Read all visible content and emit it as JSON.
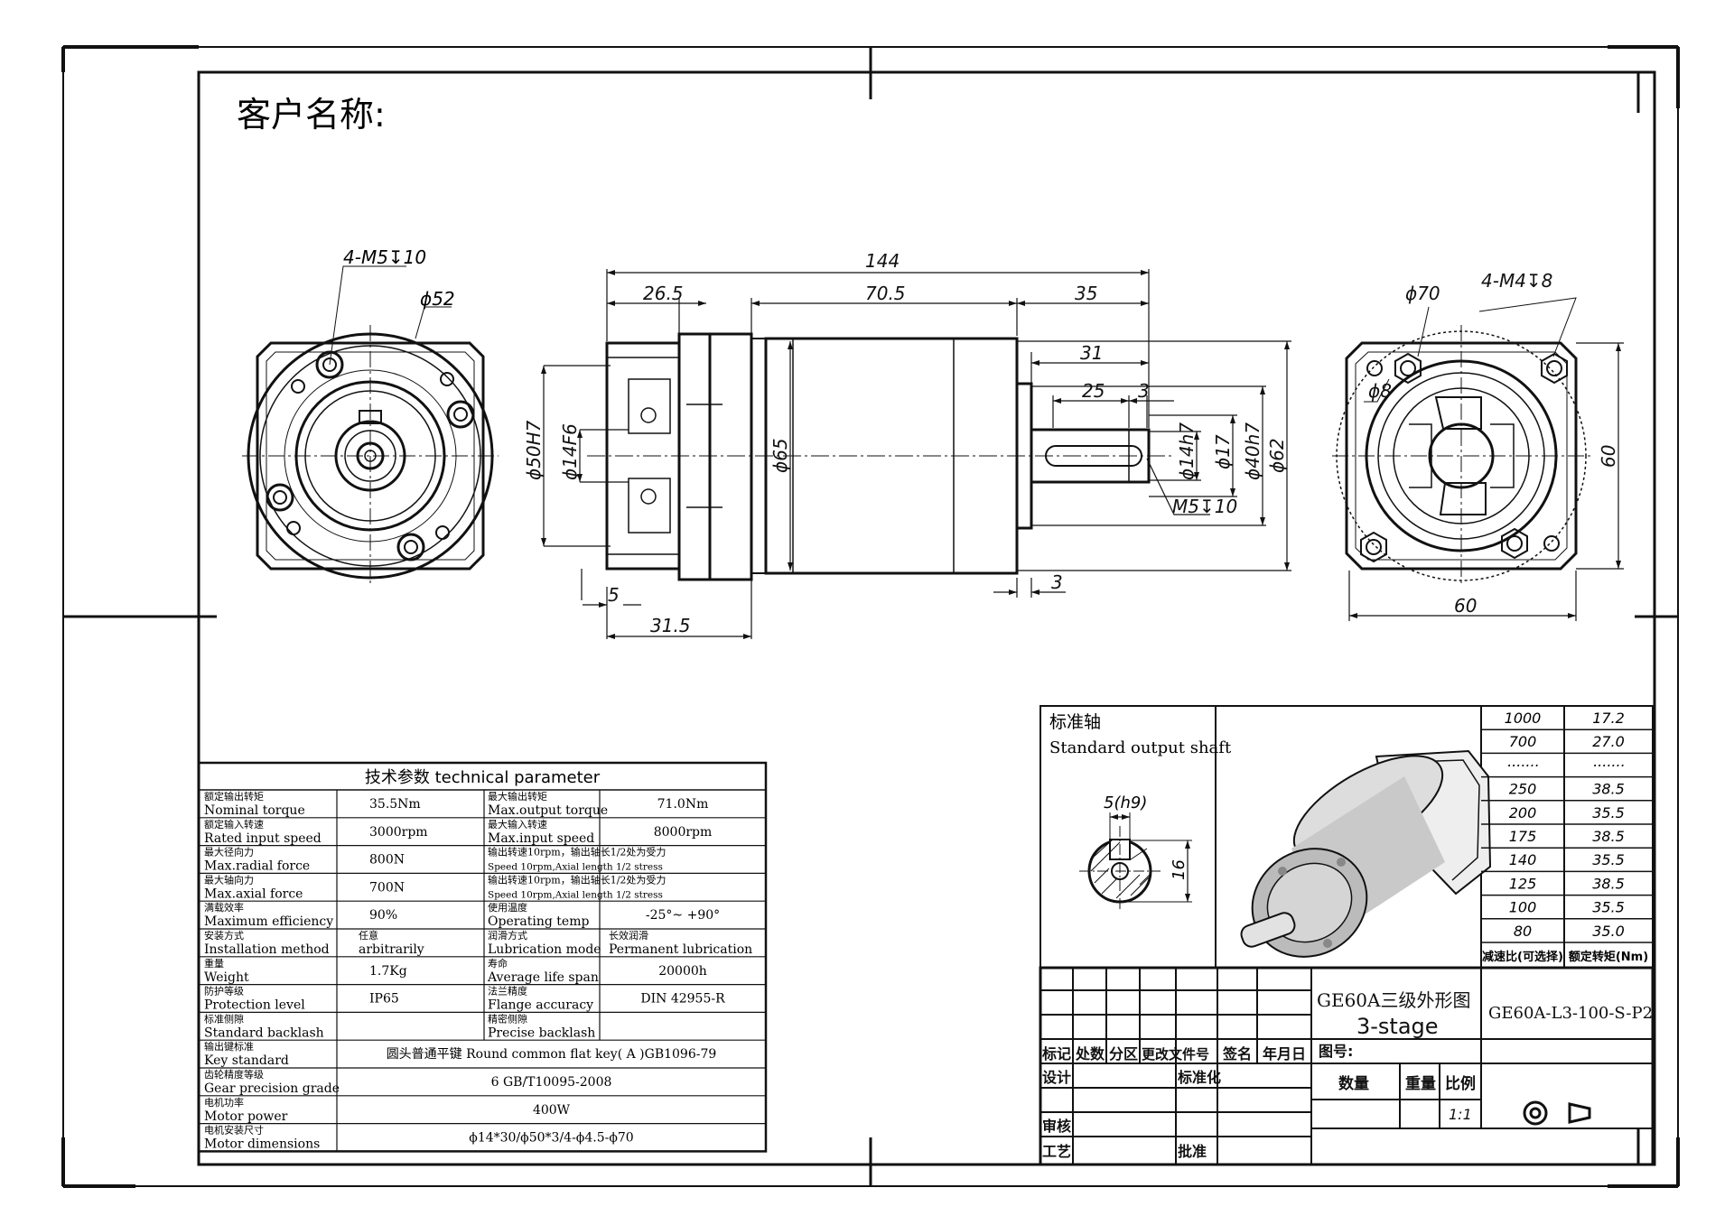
{
  "header": {
    "customer_label": "客户名称:"
  },
  "front_view": {
    "thread_label": "4-M5↧10",
    "pcd_label": "ϕ52"
  },
  "side_view": {
    "overall_length": "144",
    "input_flange_length": "26.5",
    "body_length": "70.5",
    "shaft_length": "35",
    "key_seat_length": "31",
    "key_length": "25",
    "key_offset": "3",
    "pilot_length": "3",
    "input_pilot": "5",
    "input_total": "31.5",
    "dia_input_bore": "ϕ50H7",
    "dia_input_shaft": "ϕ14F6",
    "dia_body": "ϕ65",
    "dia_output_shaft": "ϕ14h7",
    "dia_shaft_shoulder": "ϕ17",
    "dia_pilot": "ϕ40h7",
    "dia_flange": "ϕ62",
    "center_thread": "M5↧10"
  },
  "rear_view": {
    "pcd_label": "ϕ70",
    "thread_label": "4-M4↧8",
    "pilot_label": "ϕ8",
    "width": "60",
    "height": "60"
  },
  "shaft_detail": {
    "title_cn": "标准轴",
    "title_en": "Standard output shaft",
    "key_width": "5(h9)",
    "key_height": "16"
  },
  "ratio_table": {
    "rows": [
      [
        "1000",
        "17.2"
      ],
      [
        "700",
        "27.0"
      ],
      [
        "·······",
        "·······"
      ],
      [
        "250",
        "38.5"
      ],
      [
        "200",
        "35.5"
      ],
      [
        "175",
        "38.5"
      ],
      [
        "140",
        "35.5"
      ],
      [
        "125",
        "38.5"
      ],
      [
        "100",
        "35.5"
      ],
      [
        "80",
        "35.0"
      ]
    ],
    "footer": [
      "减速比(可选择)",
      "额定转矩(Nm)"
    ]
  },
  "tech_params": {
    "title": "技术参数  technical parameter",
    "rows": [
      {
        "cn1": "额定输出转矩",
        "en1": "Nominal torque",
        "v1": "35.5Nm",
        "cn2": "最大输出转矩",
        "en2": "Max.output torque",
        "v2": "71.0Nm"
      },
      {
        "cn1": "额定输入转速",
        "en1": "Rated input speed",
        "v1": "3000rpm",
        "cn2": "最大输入转速",
        "en2": "Max.input speed",
        "v2": "8000rpm"
      },
      {
        "cn1": "最大径向力",
        "en1": "Max.radial force",
        "v1": "800N",
        "cn2": "输出转速10rpm，输出轴长1/2处为受力",
        "en2": "Speed 10rpm,Axial length 1/2 stress",
        "v2": ""
      },
      {
        "cn1": "最大轴向力",
        "en1": "Max.axial force",
        "v1": "700N",
        "cn2": "输出转速10rpm，输出轴长1/2处为受力",
        "en2": "Speed 10rpm,Axial length 1/2 stress",
        "v2": ""
      },
      {
        "cn1": "满载效率",
        "en1": "Maximum efficiency",
        "v1": "90%",
        "cn2": "使用温度",
        "en2": "Operating temp",
        "v2": "-25°~ +90°"
      },
      {
        "cn1": "安装方式",
        "en1": "Installation method",
        "v1_cn": "任意",
        "v1": "arbitrarily",
        "cn2": "润滑方式",
        "en2": "Lubrication mode",
        "v2_cn": "长效润滑",
        "v2": "Permanent lubrication"
      },
      {
        "cn1": "重量",
        "en1": "Weight",
        "v1": "1.7Kg",
        "cn2": "寿命",
        "en2": "Average life span",
        "v2": "20000h"
      },
      {
        "cn1": "防护等级",
        "en1": "Protection level",
        "v1": "IP65",
        "cn2": "法兰精度",
        "en2": "Flange accuracy",
        "v2": "DIN 42955-R"
      },
      {
        "cn1": "标准侧隙",
        "en1": "Standard backlash",
        "v1": "",
        "cn2": "精密侧隙",
        "en2": "Precise backlash",
        "v2": ""
      }
    ],
    "wide_rows": [
      {
        "cn": "输出键标准",
        "en": "Key standard",
        "value": "圆头普通平键  Round common flat key( A )GB1096-79"
      },
      {
        "cn": "齿轮精度等级",
        "en": "Gear precision grade",
        "value": "6 GB/T10095-2008"
      },
      {
        "cn": "电机功率",
        "en": "Motor power",
        "value": "400W"
      },
      {
        "cn": "电机安装尺寸",
        "en": "Motor  dimensions",
        "value": "ϕ14*30/ϕ50*3/4-ϕ4.5-ϕ70"
      }
    ]
  },
  "title_block": {
    "drawing_title": "GE60A三级外形图",
    "stage": "3-stage",
    "part_no": "GE60A-L3-100-S-P2",
    "headers": [
      "标记",
      "处数",
      "分区",
      "更改文件号",
      "签名",
      "年月日"
    ],
    "drawing_no_label": "图号:",
    "design": "设计",
    "standardize": "标准化",
    "qty": "数量",
    "weight": "重量",
    "scale": "比例",
    "scale_value": "1:1",
    "review": "审核",
    "process": "工艺",
    "approve": "批准"
  }
}
